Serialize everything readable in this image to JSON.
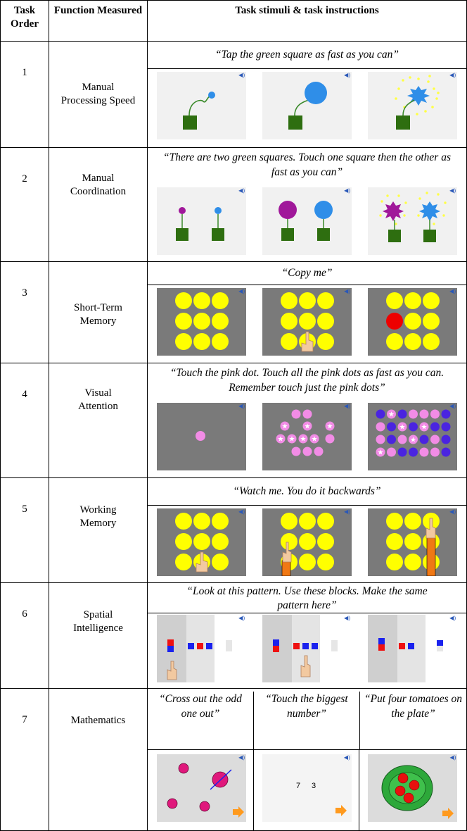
{
  "headers": {
    "order": "Task Order",
    "function": "Function Measured",
    "stimuli": "Task stimuli & task instructions"
  },
  "tasks": [
    {
      "order": "1",
      "function": "Manual Processing Speed",
      "instruction": "“Tap the green square as fast as you can”"
    },
    {
      "order": "2",
      "function": "Manual Coordination",
      "instruction": "“There are two green squares. Touch one square then the other as fast as you can”"
    },
    {
      "order": "3",
      "function": "Short-Term Memory",
      "instruction": "“Copy me”"
    },
    {
      "order": "4",
      "function": "Visual Attention",
      "instruction": "“Touch the pink dot. Touch all the pink dots as fast as you can. Remember touch just the pink dots”"
    },
    {
      "order": "5",
      "function": "Working Memory",
      "instruction": "“Watch me. You do it backwards”"
    },
    {
      "order": "6",
      "function": "Spatial Intelligence",
      "instruction": "“Look at this pattern. Use these blocks. Make the same pattern here”"
    },
    {
      "order": "7",
      "function": "Mathematics",
      "instruction": ""
    }
  ],
  "math_instructions": [
    "“Cross out the odd one out”",
    "“Touch the biggest number”",
    "“Put four tomatoes on the plate”"
  ],
  "math_numbers": [
    "7",
    "3"
  ],
  "icons": {
    "speaker": "speaker-icon",
    "next": "next-arrow-icon",
    "hand": "pointing-hand-icon"
  },
  "colors": {
    "green_square": "#2e6e10",
    "blue_ball": "#2f8ee8",
    "purple_ball": "#a0189a",
    "yellow": "#ffff00",
    "red": "#ee0000",
    "pink": "#f28ce6",
    "violet": "#4a24e0",
    "arrow": "#ff9a1e",
    "panel_gray": "#7a7a7a"
  }
}
